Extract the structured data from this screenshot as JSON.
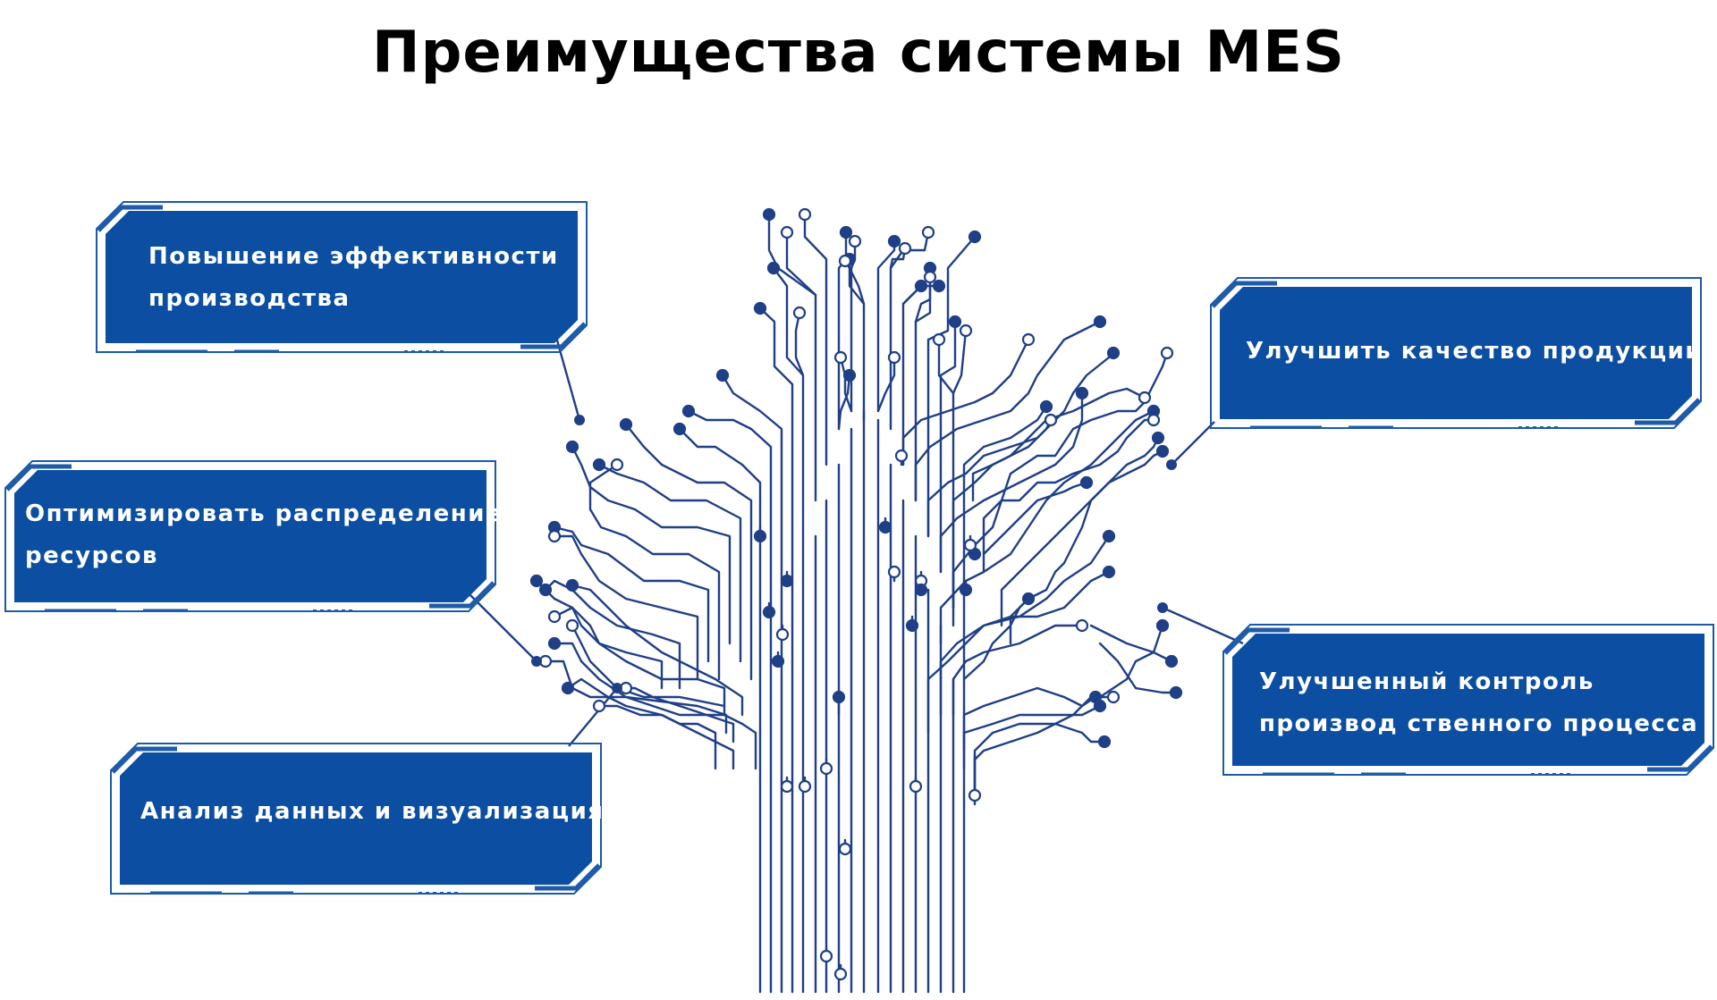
{
  "title": "Преимущества системы MES",
  "colors": {
    "card_fill": "#0b4ea2",
    "card_border": "#1a5aa8",
    "card_accent": "#1f5ba8",
    "circuit": "#1f3f86",
    "text": "#ffffff",
    "title": "#000000"
  },
  "benefits": [
    {
      "lines": [
        "Повышение эффективности",
        "производства"
      ]
    },
    {
      "lines": [
        "Оптимизировать распределение",
        "ресурсов"
      ]
    },
    {
      "lines": [
        "Анализ данных и визуализация"
      ]
    },
    {
      "lines": [
        "Улучшить качество продукции"
      ]
    },
    {
      "lines": [
        "Улучшенный контроль",
        "производ ственного процесса"
      ]
    }
  ]
}
